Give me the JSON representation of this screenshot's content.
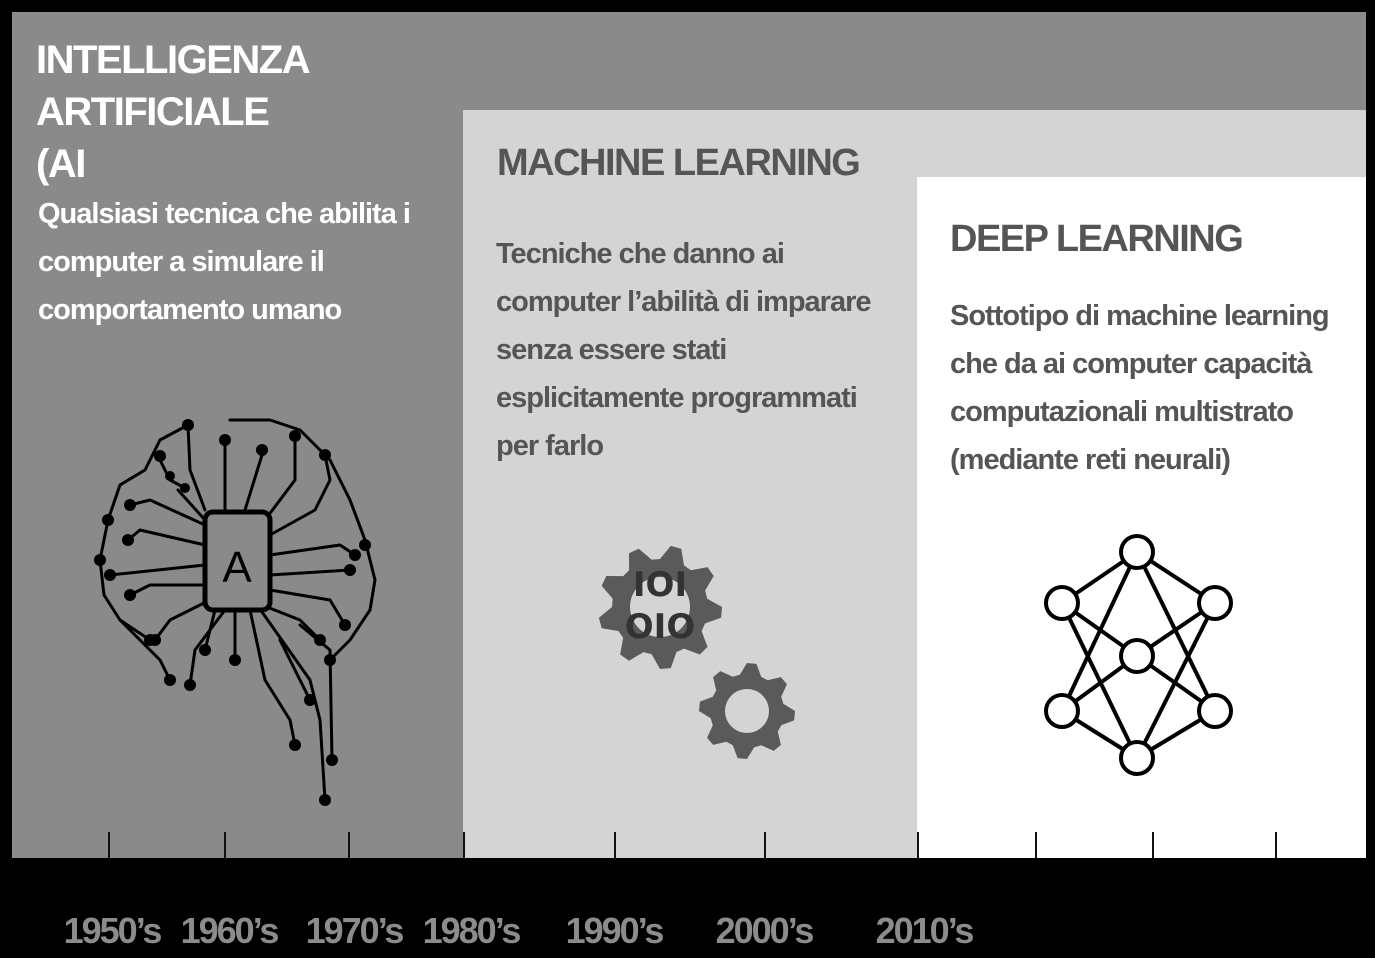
{
  "ai": {
    "title_line1": "INTELLIGENZA ARTIFICIALE",
    "title_line2": "(AI",
    "desc": "Qualsiasi tecnica che abilita i computer a simulare il comportamento umano",
    "chip_label": "A"
  },
  "ml": {
    "title": "MACHINE LEARNING",
    "desc": "Tecniche  che danno ai computer l’abilità di imparare senza essere stati esplicitamente programmati per farlo",
    "binary_line1": "IOI",
    "binary_line2": "OIO"
  },
  "dl": {
    "title": "DEEP LEARNING",
    "desc": "Sottotipo di machine learning che da ai computer capacità computazionali multistrato (mediante reti neurali)"
  },
  "timeline": {
    "years": [
      "1950’s",
      "1960’s",
      "1970’s",
      "1980’s",
      "1990’s",
      "2000’s",
      "2010’s"
    ]
  },
  "colors": {
    "ai_panel": "#8a8a8a",
    "ml_panel": "#d4d4d4",
    "dl_panel": "#ffffff",
    "gear": "#5a5a5a",
    "timeline_bar": "#000000"
  },
  "icons": {
    "ai": "circuit-brain-icon",
    "ml": "gears-icon",
    "dl": "neural-network-icon"
  }
}
